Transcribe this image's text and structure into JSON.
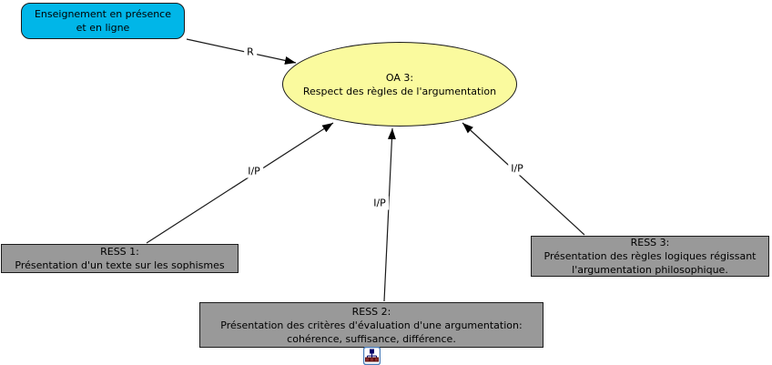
{
  "diagram": {
    "background_color": "#ffffff",
    "nodes": {
      "context": {
        "label": "Enseignement en présence\net en ligne",
        "fill": "#00b6e8",
        "shape": "rounded-rectangle"
      },
      "oa3": {
        "label": "OA 3:\nRespect des règles de l'argumentation",
        "fill": "#fafa9e",
        "shape": "ellipse"
      },
      "ress1": {
        "label": "RESS 1:\nPrésentation d'un texte sur les sophismes",
        "fill": "#999999",
        "shape": "rectangle"
      },
      "ress2": {
        "label": "RESS 2:\nPrésentation des critères d'évaluation d'une argumentation:\ncohérence, suffisance, différence.",
        "fill": "#999999",
        "shape": "rectangle"
      },
      "ress3": {
        "label": "RESS 3:\nPrésentation des règles logiques régissant\nl'argumentation philosophique.",
        "fill": "#999999",
        "shape": "rectangle"
      }
    },
    "links": {
      "r": {
        "label": "R",
        "from": "context",
        "to": "oa3"
      },
      "ip1": {
        "label": "I/P",
        "from": "ress1",
        "to": "oa3"
      },
      "ip2": {
        "label": "I/P",
        "from": "ress2",
        "to": "oa3"
      },
      "ip3": {
        "label": "I/P",
        "from": "ress3",
        "to": "oa3"
      }
    },
    "icons": {
      "resource_icon": "hierarchy-icon"
    },
    "line_color": "#1a1a1a"
  }
}
